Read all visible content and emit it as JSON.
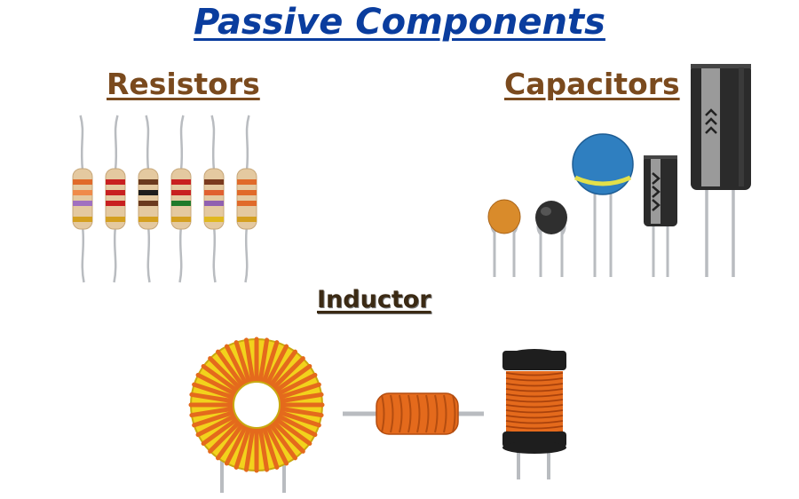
{
  "title": "Passive Components",
  "sections": [
    {
      "key": "resistors",
      "heading": "Resistors"
    },
    {
      "key": "capacitors",
      "heading": "Capacitors"
    },
    {
      "key": "inductor",
      "heading": "Inductor"
    }
  ],
  "colors": {
    "title": "#0a3d9e",
    "heading": "#7a4a1e",
    "heading_dark": "#3b2a14",
    "resistor_body": "#e4c9a0",
    "lead": "#b9bcc0",
    "ceramic_orange": "#d98b2b",
    "ceramic_black": "#2f2f2f",
    "disc_blue": "#2f7fc0",
    "disc_stripe": "#e3e04a",
    "electrolytic_body": "#2b2b2b",
    "electrolytic_stripe": "#9a9a9a",
    "copper_wire": "#e46a1c",
    "toroid_core": "#f2d21c",
    "ferrite_core": "#1e1e1e"
  },
  "resistors": [
    {
      "bands": [
        "#e06a2a",
        "#ef8a4a",
        "#a070c0",
        "#d4a020"
      ]
    },
    {
      "bands": [
        "#c82020",
        "#c82020",
        "#c82020",
        "#d4a020"
      ]
    },
    {
      "bands": [
        "#6b3a1e",
        "#1e1e1e",
        "#6b3a1e",
        "#d4a020"
      ]
    },
    {
      "bands": [
        "#c82020",
        "#c82020",
        "#1f7a2a",
        "#d4a020"
      ]
    },
    {
      "bands": [
        "#7a3a1e",
        "#e06030",
        "#9060b0",
        "#e0b820"
      ]
    },
    {
      "bands": [
        "#e06a2a",
        "#e06a2a",
        "#e06a2a",
        "#d4a020"
      ]
    }
  ],
  "capacitors": [
    {
      "kind": "ceramic-disc",
      "color": "orange"
    },
    {
      "kind": "ceramic-disc",
      "color": "black"
    },
    {
      "kind": "disc",
      "color": "blue"
    },
    {
      "kind": "electrolytic-small",
      "color": "black"
    },
    {
      "kind": "electrolytic-large",
      "color": "black"
    }
  ],
  "inductors": [
    {
      "kind": "toroidal"
    },
    {
      "kind": "axial"
    },
    {
      "kind": "drum-core"
    }
  ]
}
